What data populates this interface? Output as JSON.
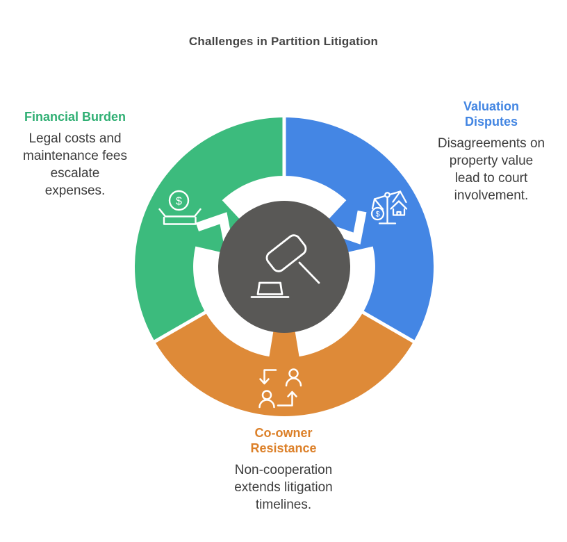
{
  "title": "Challenges in Partition Litigation",
  "colors": {
    "green": "#3CBB7D",
    "blue": "#4486E4",
    "orange": "#DE8A38",
    "green_label": "#2FAF73",
    "blue_label": "#4285E2",
    "orange_label": "#DC8029",
    "center_gray": "#595856",
    "title_text": "#454545",
    "body_text": "#3C3C3C",
    "icon_stroke": "#FFFFFF"
  },
  "center": {
    "icon": "gavel-icon"
  },
  "icons": {
    "dollar": "$"
  },
  "segments": [
    {
      "id": "financial-burden",
      "title_lines": [
        "Financial Burden"
      ],
      "description_lines": [
        "Legal costs and",
        "maintenance fees",
        "escalate",
        "expenses."
      ],
      "icon": "donation-box-icon",
      "color_key": "green"
    },
    {
      "id": "valuation-disputes",
      "title_lines": [
        "Valuation",
        "Disputes"
      ],
      "description_lines": [
        "Disagreements on",
        "property value",
        "lead to court",
        "involvement."
      ],
      "icon": "balance-scale-icon",
      "color_key": "blue"
    },
    {
      "id": "co-owner-resistance",
      "title_lines": [
        "Co-owner",
        "Resistance"
      ],
      "description_lines": [
        "Non-cooperation",
        "extends litigation",
        "timelines."
      ],
      "icon": "people-exchange-icon",
      "color_key": "orange"
    }
  ]
}
